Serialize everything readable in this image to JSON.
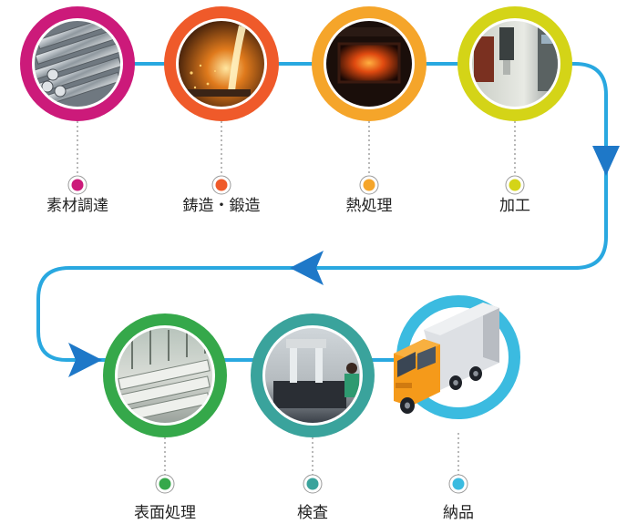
{
  "steps": [
    {
      "id": "material",
      "label": "素材調達",
      "ring_color": "#cc1a7a",
      "dot_color": "#cc1a7a",
      "icon": "steel-bars-photo"
    },
    {
      "id": "casting",
      "label": "鋳造・鍛造",
      "ring_color": "#ef5a2a",
      "dot_color": "#ef5a2a",
      "icon": "molten-metal-photo"
    },
    {
      "id": "heat",
      "label": "熱処理",
      "ring_color": "#f5a52a",
      "dot_color": "#f5a52a",
      "icon": "furnace-photo"
    },
    {
      "id": "machining",
      "label": "加工",
      "ring_color": "#d4d417",
      "dot_color": "#d4d417",
      "icon": "cnc-machine-photo"
    },
    {
      "id": "surface",
      "label": "表面処理",
      "ring_color": "#35a84a",
      "dot_color": "#35a84a",
      "icon": "plating-line-photo"
    },
    {
      "id": "inspection",
      "label": "検査",
      "ring_color": "#3aa39c",
      "dot_color": "#3aa39c",
      "icon": "inspection-photo"
    },
    {
      "id": "delivery",
      "label": "納品",
      "ring_color": "#3bbbe0",
      "dot_color": "#3bbbe0",
      "icon": "truck-icon"
    }
  ],
  "flow_line_color": "#29a8e0",
  "arrow_color": "#1e78c8"
}
